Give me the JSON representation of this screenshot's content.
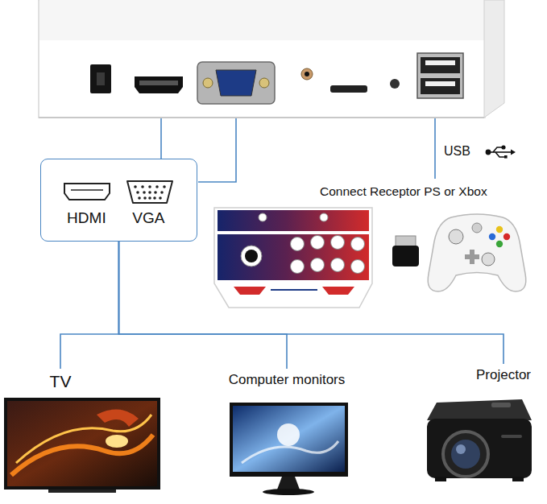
{
  "diagram": {
    "nodes": [
      {
        "text": [
          "HDMI",
          "VGA"
        ]
      },
      {
        "text": [
          "TV"
        ]
      },
      {
        "text": [
          "Computer monitors"
        ]
      },
      {
        "text": [
          "Projector"
        ]
      }
    ],
    "edges": [
      {
        "from": 0,
        "to": 1,
        "arrow": "none"
      },
      {
        "from": 0,
        "to": 2,
        "arrow": "none"
      },
      {
        "from": 0,
        "to": 3,
        "arrow": "none"
      }
    ],
    "labels": [
      "USB",
      "Connect Receptor PS or Xbox"
    ]
  }
}
